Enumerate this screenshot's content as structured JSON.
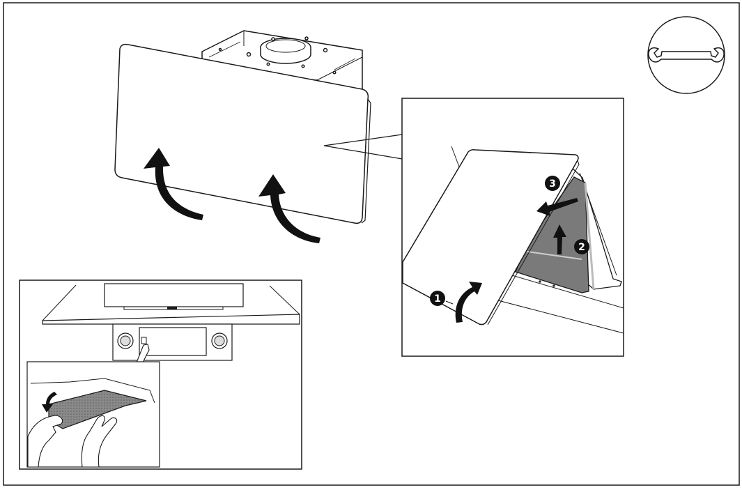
{
  "steps": {
    "one": "1",
    "two": "2",
    "three": "3"
  },
  "icons": {
    "tool": "wrench-icon",
    "arrows": "curved-arrow-icon"
  },
  "colors": {
    "line": "#1a1a1a",
    "filter_fill": "#7a7a7a",
    "background": "#ffffff"
  }
}
